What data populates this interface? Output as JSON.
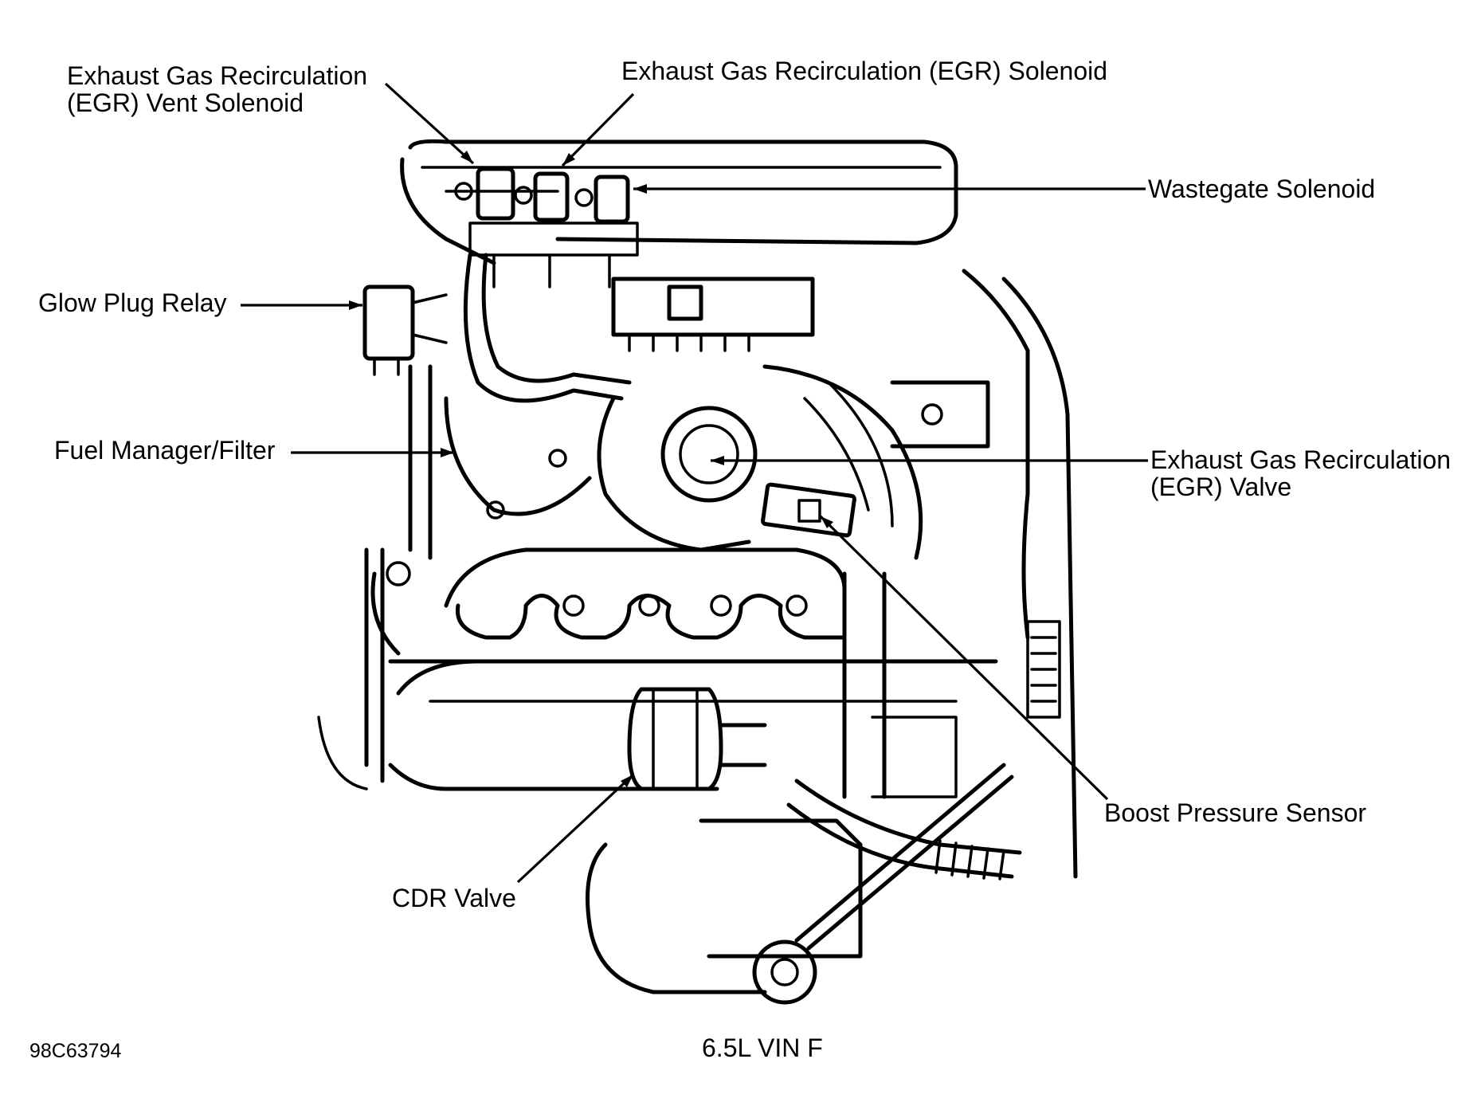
{
  "labels": {
    "egr_vent_solenoid_line1": "Exhaust Gas Recirculation",
    "egr_vent_solenoid_line2": "(EGR) Vent Solenoid",
    "egr_solenoid": "Exhaust Gas Recirculation (EGR) Solenoid",
    "wastegate_solenoid": "Wastegate Solenoid",
    "glow_plug_relay": "Glow Plug Relay",
    "fuel_manager_filter": "Fuel Manager/Filter",
    "egr_valve_line1": "Exhaust Gas Recirculation",
    "egr_valve_line2": "(EGR) Valve",
    "boost_pressure_sensor": "Boost Pressure Sensor",
    "cdr_valve": "CDR Valve"
  },
  "caption": "6.5L VIN F",
  "figure_id": "98C63794"
}
